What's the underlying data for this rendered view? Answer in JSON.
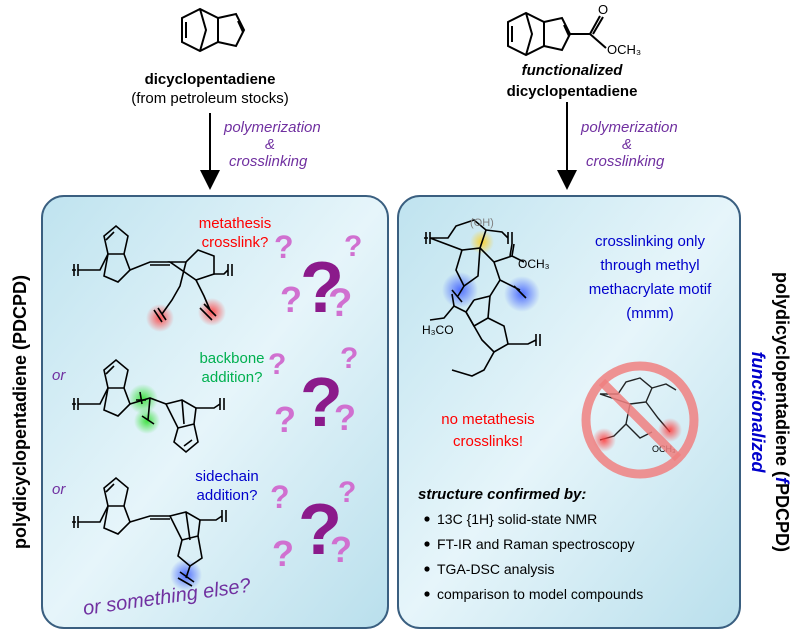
{
  "colors": {
    "purple": "#7030a0",
    "red": "#ff0000",
    "green": "#00b050",
    "blue": "#0000cc",
    "qmark_light": "#d070d0",
    "qmark_dark": "#8b1a8b",
    "panel_border": "#3a5f80",
    "panel_fill": "#d6eef5"
  },
  "left_top": {
    "name": "dicyclopentadiene",
    "source": "(from petroleum stocks)"
  },
  "right_top": {
    "prefix": "functionalized",
    "name": "dicyclopentadiene",
    "substituent_o": "O",
    "substituent_och3": "OCH₃"
  },
  "arrows": {
    "label_line1": "polymerization",
    "label_amp": "&",
    "label_line2": "crosslinking"
  },
  "left_panel": {
    "side_title": "polydicyclopentadiene (PDCPD)",
    "q1": [
      "metathesis",
      "crosslink?"
    ],
    "q2": [
      "backbone",
      "addition?"
    ],
    "q3": [
      "sidechain",
      "addition?"
    ],
    "or1": "or",
    "or2": "or",
    "footer": "or something else?",
    "qmark": "?"
  },
  "right_panel": {
    "side_title_1": "functionalized",
    "side_title_2": "polydicyclopentadiene (",
    "side_title_3": "f",
    "side_title_4": "PDCPD)",
    "oh": "(OH)",
    "och3": "OCH₃",
    "h3co": "H₃CO",
    "note": [
      "crosslinking only",
      "through methyl",
      "methacrylate motif",
      "(mmm)"
    ],
    "no_metathesis": [
      "no metathesis",
      "crosslinks!"
    ],
    "confirmed_title": "structure confirmed by:",
    "confirmed_items": [
      "13C {1H} solid-state NMR",
      "FT-IR and Raman spectroscopy",
      "TGA-DSC analysis",
      "comparison to model compounds"
    ]
  }
}
